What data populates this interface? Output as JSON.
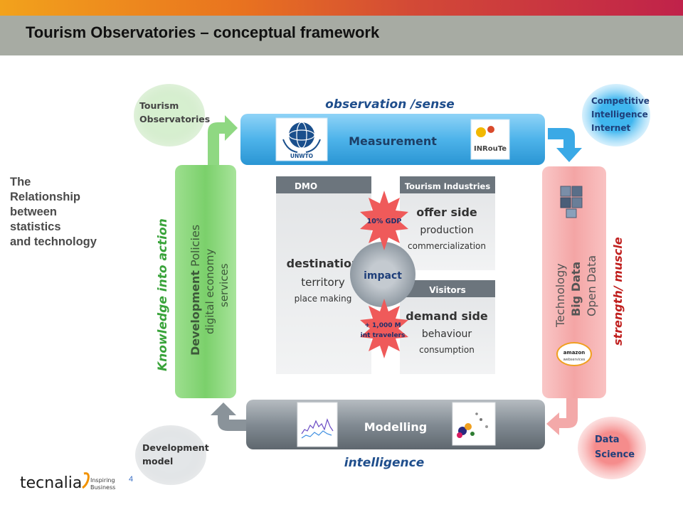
{
  "slide": {
    "title": "Tourism Observatories – conceptual framework",
    "side_text": [
      "The",
      "Relationship",
      "between",
      "statistics",
      "and technology"
    ],
    "page_number": "4"
  },
  "logo": {
    "name": "tecnalia",
    "tagline_line1": "Inspiring",
    "tagline_line2": "Business",
    "brand_color": "#1a1a1a",
    "accent_color": "#f29200"
  },
  "diagram": {
    "corners": {
      "top_left": [
        "Tourism",
        "Observatories"
      ],
      "top_right": [
        "Competitive",
        "Intelligence",
        "Internet"
      ],
      "bottom_left": [
        "Development",
        "model"
      ],
      "bottom_right": [
        "Data",
        "Science"
      ]
    },
    "top": {
      "caption": "observation /sense",
      "label": "Measurement",
      "logo_left": "UNWTO",
      "logo_right": "INRouTe"
    },
    "bottom": {
      "caption": "intelligence",
      "label": "Modelling"
    },
    "left": {
      "caption": "Knowledge into action",
      "line1_bold": "Development",
      "line1_rest": " Policies",
      "line2": "digital economy",
      "line3": "services"
    },
    "right": {
      "caption": "strength/  muscle",
      "line1": "Technology",
      "line2": "Big Data",
      "line3": "Open Data",
      "badge_line1": "amazon",
      "badge_line2": "webservices"
    },
    "center": {
      "dmo": {
        "header": "DMO",
        "title": "destination",
        "line2": "territory",
        "line3": "place making"
      },
      "industries": {
        "header": "Tourism Industries",
        "title": "offer side",
        "line2": "production",
        "line3": "commercialization"
      },
      "visitors": {
        "header": "Visitors",
        "title": "demand side",
        "line2": "behaviour",
        "line3": "consumption"
      },
      "impact": "impact",
      "burst_top": "10% GDP",
      "burst_bottom_line1": "+ 1,000 M",
      "burst_bottom_line2": "int travelers"
    },
    "colors": {
      "blue": "#45b0e8",
      "green": "#7bd06b",
      "red": "#f4a5a5",
      "grey": "#7d868d",
      "caption_blue": "#1f4e8c",
      "caption_green": "#39a33a",
      "caption_red": "#c0201f",
      "burst": "#ef5a5a"
    }
  }
}
